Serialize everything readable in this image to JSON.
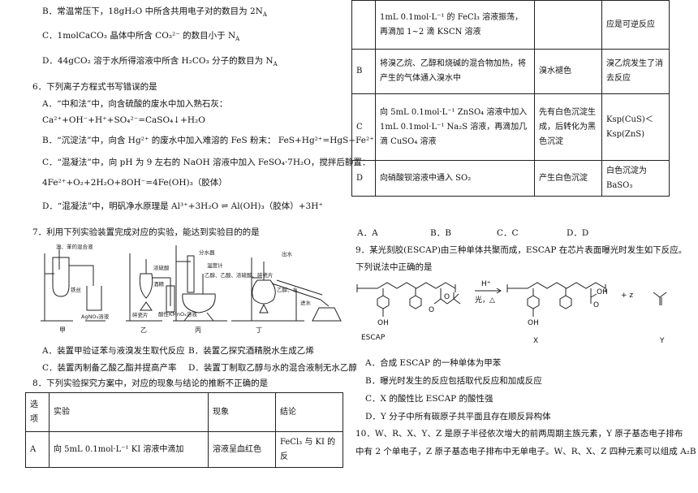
{
  "left": {
    "q5_options": [
      "B．常温常压下，18gH₂O 中所含共用电子对的数目为 2N",
      "C．1molCaCO₃ 晶体中所含 CO₃²⁻ 的数目小于 N",
      "D．44gCO₂ 溶于水所得溶液中所含 H₂CO₃ 分子的数目为 N"
    ],
    "q5_sub": "A",
    "q6_stem": "6．下列离子方程式书写错误的是",
    "q6_A": "A．“中和法”中，向含硫酸的废水中加入熟石灰：",
    "q6_A_eq": "Ca²⁺+OH⁻+H⁺+SO₄²⁻=CaSO₄↓+H₂O",
    "q6_B": "B．“沉淀法”中，向含 Hg²⁺ 的废水中加入难溶的 FeS 粉末：  FeS+Hg²⁺=HgS+Fe²⁺",
    "q6_C": "C．“混凝法”中，向 pH 为 9 左右的 NaOH 溶液中加入 FeSO₄·7H₂O，搅拌后静置：",
    "q6_C_eq": "4Fe²⁺+O₂+2H₂O+8OH⁻=4Fe(OH)₃（胶体）",
    "q6_D": "D．“混凝法”中，明矾净水原理是 Al³⁺+3H₂O ⇌ Al(OH)₃（胶体）+3H⁺",
    "q7_stem": "7．利用下列实验装置完成对应的实验，能达到实验目的的是",
    "q7_fig": {
      "jia": "甲",
      "yi": "乙",
      "bing": "丙",
      "ding": "丁",
      "l1": "溴、苯的混合液",
      "l2": "铁丝",
      "l3": "AgNO₃溶液",
      "l4": "浓硫酸",
      "l5": "酒精",
      "l6": "酸性KMnO₄溶液",
      "l7": "碎瓷片",
      "l8": "分水器",
      "l9": "温度计",
      "l10": "乙醇、乙酸、浓硫酸、碎瓷片",
      "l11": "出水",
      "l12": "进水",
      "l13": "乙醇、水"
    },
    "q7_A": "A．装置甲验证苯与液溴发生取代反应",
    "q7_B": "B．装置乙探究酒精脱水生成乙烯",
    "q7_C": "C．装置丙制备乙酸乙酯并提高产率",
    "q7_D": "D．装置丁制取乙醇与水的混合液制无水乙醇",
    "q8_stem": "8．下列实验探究方案中，对应的现象与结论的推断不正确的是",
    "q8_head": [
      "选项",
      "实验",
      "现象",
      "结论"
    ],
    "q8_rowA": [
      "A",
      "向 5mL 0.1mol·L⁻¹ KI 溶液中滴加",
      "溶液呈血红色",
      "FeCl₃ 与 KI 的反"
    ]
  },
  "right": {
    "table_rows": [
      [
        "",
        "1mL 0.1mol·L⁻¹ 的 FeCl₃ 溶液振荡，再滴加 1~2 滴 KSCN 溶液",
        "",
        "应是可逆反应"
      ],
      [
        "B",
        "将溴乙烷、乙醇和烧碱的混合物加热，将产生的气体通入溴水中",
        "溴水褪色",
        "溴乙烷发生了消去反应"
      ],
      [
        "C",
        "向 5mL 0.1mol·L⁻¹ ZnSO₄ 溶液中加入 1mL 0.1mol·L⁻¹ Na₂S 溶液，再滴加几滴 CuSO₄ 溶液",
        "先有白色沉淀生成，后转化为黑色沉淀",
        "Ksp(CuS)＜Ksp(ZnS)"
      ],
      [
        "D",
        "向硝酸钡溶液中通入 SO₂",
        "产生白色沉淀",
        "白色沉淀为 BaSO₃"
      ]
    ],
    "q8_opts": [
      "A．A",
      "B．B",
      "C．C",
      "D．D"
    ],
    "q9_stem": "9．某光刻胶(ESCAP)由三种单体共聚而成，ESCAP 在芯片表面曝光时发生如下反应。",
    "q9_stem2": "下列说法中正确的是",
    "q9_fig": {
      "escap": "ESCAP",
      "x": "X",
      "y": "Y",
      "cond_top": "H⁺",
      "cond_bot": "光，△",
      "plus": "+ z"
    },
    "q9_A": "A．合成 ESCAP 的一种单体为甲苯",
    "q9_B": "B．曝光时发生的反应包括取代反应和加成反应",
    "q9_C": "C．X 的酸性比 ESCAP 的酸性强",
    "q9_D": "D．Y 分子中所有碳原子共平面且存在顺反异构体",
    "q10_1": "10．W、R、X、Y、Z 是原子半径依次增大的前两周期主族元素，Y 原子基态电子排布",
    "q10_2": "中有 2 个单电子，Z 原子基态电子排布中无单电子。W、R、X、Z 四种元素可以组成 A₂B"
  },
  "colors": {
    "ink": "#111111",
    "border": "#222222"
  }
}
